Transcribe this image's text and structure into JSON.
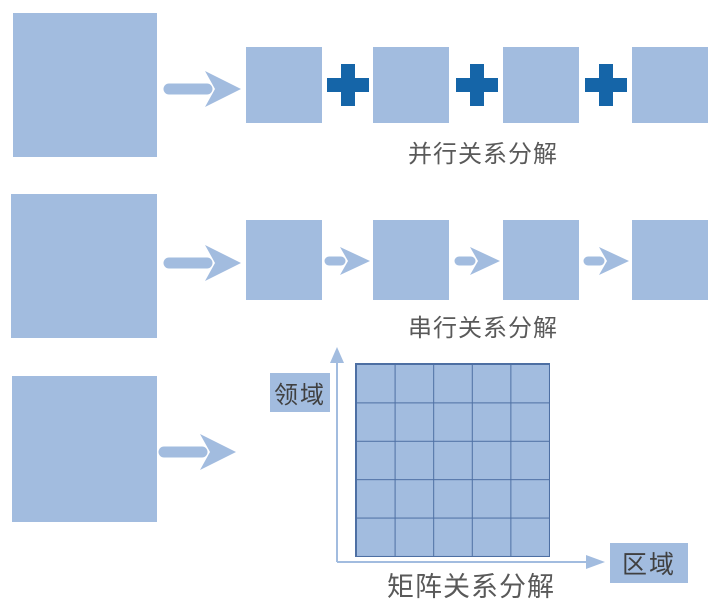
{
  "rows": [
    {
      "name": "parallel",
      "label": "并行关系分解",
      "connector": "plus",
      "part_count": 4
    },
    {
      "name": "serial",
      "label": "串行关系分解",
      "connector": "arrow",
      "part_count": 4
    },
    {
      "name": "matrix",
      "label": "矩阵关系分解",
      "y_axis_label": "领域",
      "x_axis_label": "区域",
      "grid_rows": 5,
      "grid_cols": 5
    }
  ],
  "icons": {
    "plus": "+",
    "arrow_right": "→",
    "axis_arrow_up": "↑",
    "axis_arrow_right": "→"
  },
  "colors": {
    "square_fill": "#a2bcdf",
    "plus_sign": "#1565a8",
    "arrow": "#a2bcdf",
    "grid_line": "#4d6fa3",
    "label_text": "#595959",
    "axis_label_text": "#404040"
  }
}
